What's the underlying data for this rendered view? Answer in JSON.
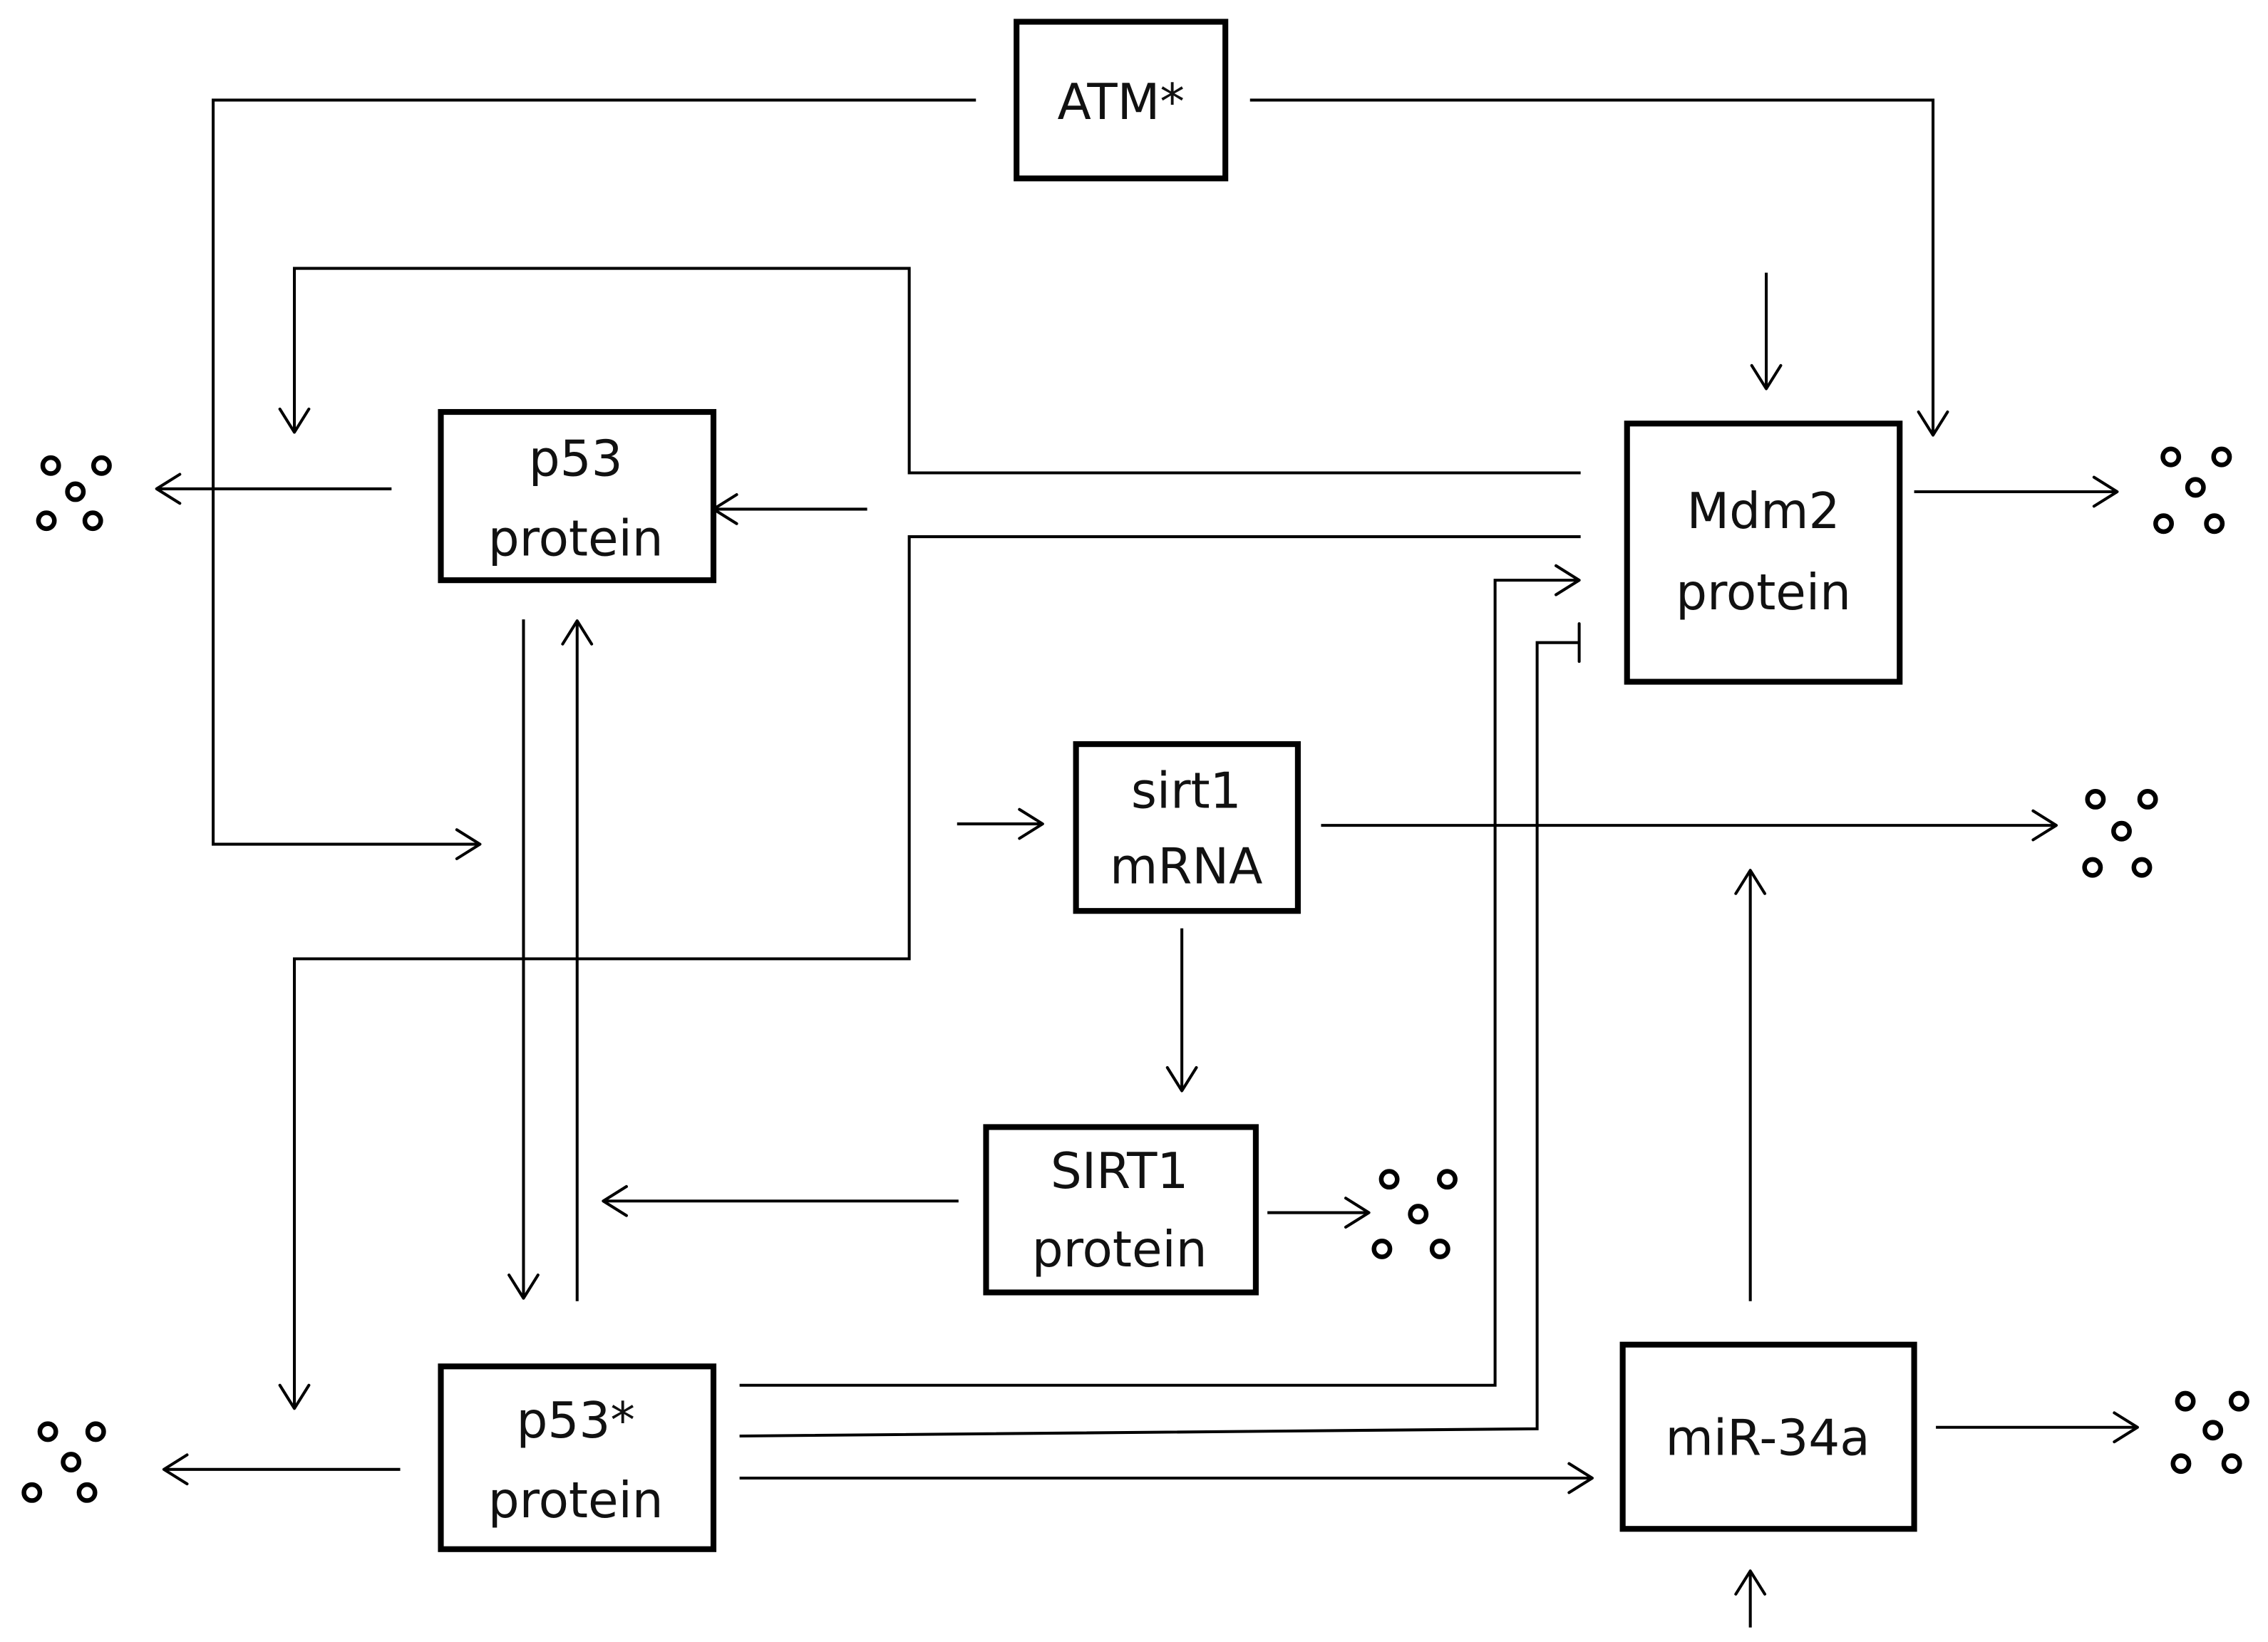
{
  "nodes": {
    "atm": {
      "lines": [
        "ATM*"
      ]
    },
    "p53": {
      "lines": [
        "p53",
        "protein"
      ]
    },
    "mdm2": {
      "lines": [
        "Mdm2",
        "protein"
      ]
    },
    "sirt1_mrna": {
      "lines": [
        "sirt1",
        "mRNA"
      ]
    },
    "sirt1_protein": {
      "lines": [
        "SIRT1",
        "protein"
      ]
    },
    "p53_star": {
      "lines": [
        "p53*",
        "protein"
      ]
    },
    "mir34a": {
      "lines": [
        "miR-34a"
      ]
    }
  },
  "degradation_symbol": "degradation-dots",
  "colors": {
    "line": "#000000",
    "background": "#ffffff",
    "text": "#111111"
  }
}
